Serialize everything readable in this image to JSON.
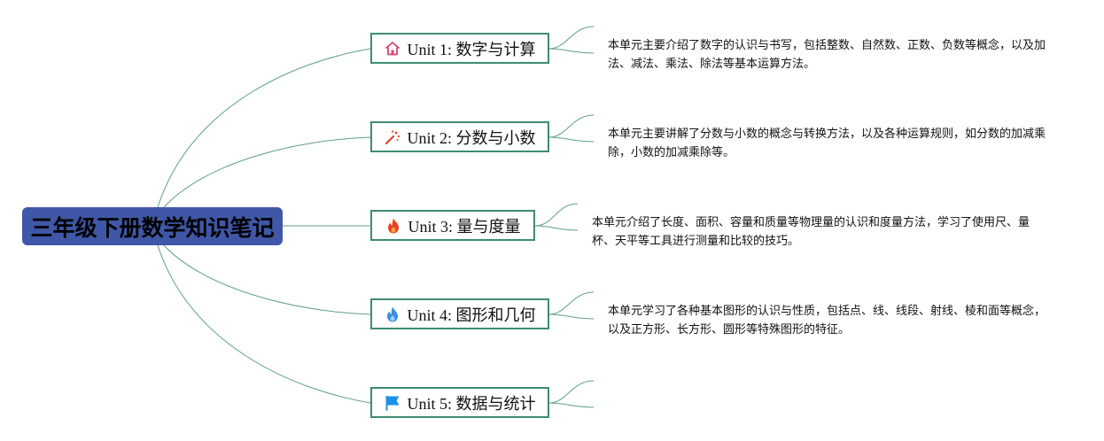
{
  "root": {
    "title": "三年级下册数学知识笔记"
  },
  "units": [
    {
      "label": "Unit 1: 数字与计算",
      "icon": "house-icon",
      "note": "本单元主要介绍了数字的认识与书写，包括整数、自然数、正数、负数等概念，以及加法、减法、乘法、除法等基本运算方法。"
    },
    {
      "label": "Unit 2: 分数与小数",
      "icon": "magic-wand-icon",
      "note": "本单元主要讲解了分数与小数的概念与转换方法，以及各种运算规则，如分数的加减乘除，小数的加减乘除等。"
    },
    {
      "label": "Unit 3: 量与度量",
      "icon": "fire-icon",
      "note": "本单元介绍了长度、面积、容量和质量等物理量的认识和度量方法，学习了使用尺、量杯、天平等工具进行测量和比较的技巧。"
    },
    {
      "label": "Unit 4: 图形和几何",
      "icon": "droplet-flame-icon",
      "note": "本单元学习了各种基本图形的认识与性质，包括点、线、线段、射线、棱和面等概念，以及正方形、长方形、圆形等特殊图形的特征。"
    },
    {
      "label": "Unit 5: 数据与统计",
      "icon": "flag-icon",
      "note": ""
    }
  ],
  "colors": {
    "root_bg": "#3f57a6",
    "topic_border": "#3e8b73",
    "connector": "#5f9e86",
    "house_icon": "#d2466e",
    "wand_icon": "#e0452a",
    "fire_icon": "#e8431f",
    "drop_icon": "#3a8fe0",
    "flag_icon": "#1e8fe6"
  }
}
